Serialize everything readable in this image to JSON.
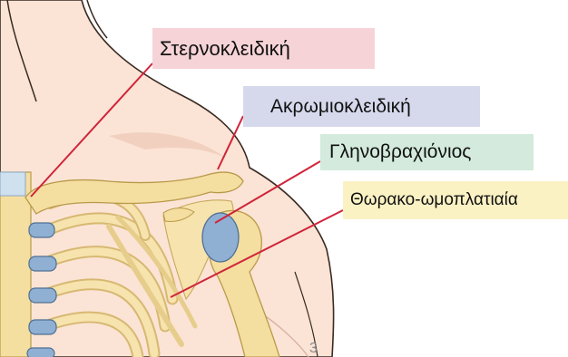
{
  "labels": {
    "sternoclavicular": "Στερνοκλειδική",
    "acromioclavicular": "Ακρωμιοκλειδική",
    "glenohumeral": "Γληνοβραχιόνιος",
    "scapulothoracic": "Θωρακο-ωμοπλατιαία"
  },
  "page_number": "3",
  "colors": {
    "skin": "#fbe4d5",
    "skin_outline": "#3a2a22",
    "bone": "#f4dea0",
    "bone_dark": "#e2c277",
    "cartilage": "#8fb0d3",
    "pointer_line": "#d0243a"
  }
}
